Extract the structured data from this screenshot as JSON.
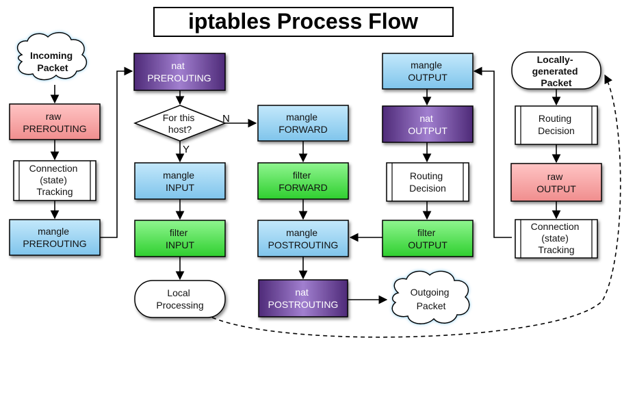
{
  "title": "iptables  Process Flow",
  "colors": {
    "raw": "#f4a0a0",
    "nat": "#7b4ea3",
    "mangle": "#9cd3f0",
    "filter": "#4ee04e",
    "plain": "#ffffff",
    "line": "#000000"
  },
  "nodes": {
    "incoming_packet": [
      "Incoming",
      "Packet"
    ],
    "raw_prerouting": [
      "raw",
      "PREROUTING"
    ],
    "conntrack_in": [
      "Connection",
      "(state)",
      "Tracking"
    ],
    "mangle_prerouting": [
      "mangle",
      "PREROUTING"
    ],
    "nat_prerouting": [
      "nat",
      "PREROUTING"
    ],
    "decision": [
      "For this",
      "host?"
    ],
    "mangle_input": [
      "mangle",
      "INPUT"
    ],
    "filter_input": [
      "filter",
      "INPUT"
    ],
    "local_processing": [
      "Local",
      "Processing"
    ],
    "mangle_forward": [
      "mangle",
      "FORWARD"
    ],
    "filter_forward": [
      "filter",
      "FORWARD"
    ],
    "mangle_postrouting": [
      "mangle",
      "POSTROUTING"
    ],
    "nat_postrouting": [
      "nat",
      "POSTROUTING"
    ],
    "outgoing_packet": [
      "Outgoing",
      "Packet"
    ],
    "mangle_output": [
      "mangle",
      "OUTPUT"
    ],
    "nat_output": [
      "nat",
      "OUTPUT"
    ],
    "routing_decision_1": [
      "Routing",
      "Decision"
    ],
    "filter_output": [
      "filter",
      "OUTPUT"
    ],
    "locally_generated": [
      "Locally-",
      "generated",
      "Packet"
    ],
    "routing_decision_2": [
      "Routing",
      "Decision"
    ],
    "raw_output": [
      "raw",
      "OUTPUT"
    ],
    "conntrack_out": [
      "Connection",
      "(state)",
      "Tracking"
    ]
  },
  "edge_labels": {
    "no": "N",
    "yes": "Y"
  }
}
